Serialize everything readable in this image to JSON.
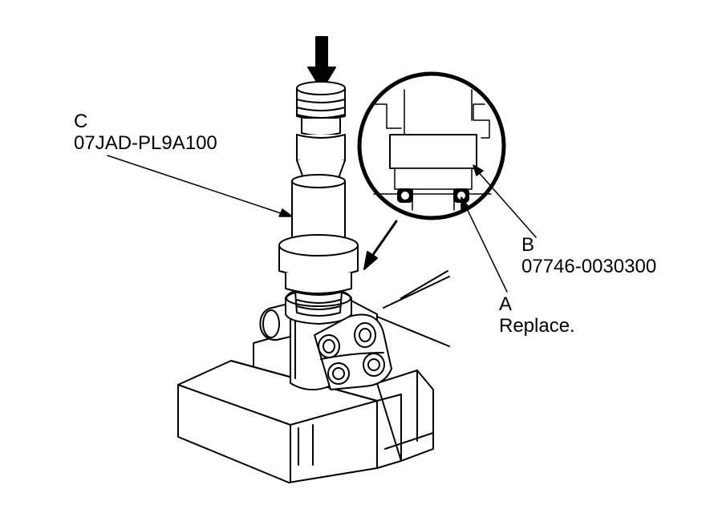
{
  "callouts": {
    "c": {
      "letter": "C",
      "text": "07JAD-PL9A100"
    },
    "b": {
      "letter": "B",
      "text": "07746-0030300"
    },
    "a": {
      "letter": "A",
      "text": "Replace."
    }
  },
  "colors": {
    "line": "#000000",
    "fill": "#ffffff"
  }
}
